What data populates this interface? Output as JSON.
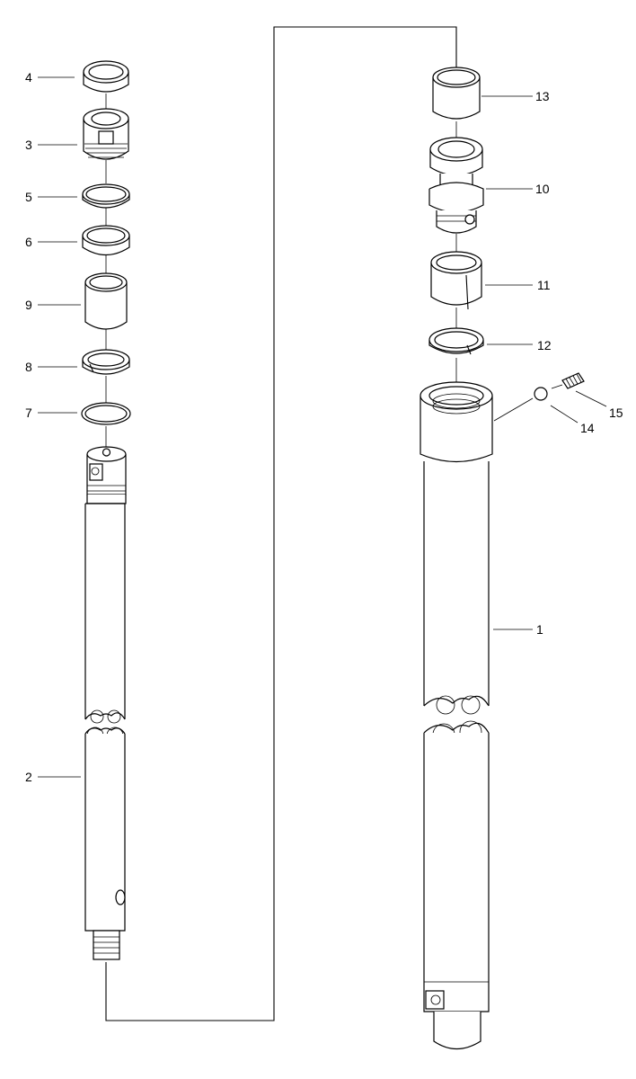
{
  "colors": {
    "background": "#ffffff",
    "ink": "#000000"
  },
  "callouts": {
    "c1": "1",
    "c2": "2",
    "c3": "3",
    "c4": "4",
    "c5": "5",
    "c6": "6",
    "c7": "7",
    "c8": "8",
    "c9": "9",
    "c10": "10",
    "c11": "11",
    "c12": "12",
    "c13": "13",
    "c14": "14",
    "c15": "15"
  }
}
